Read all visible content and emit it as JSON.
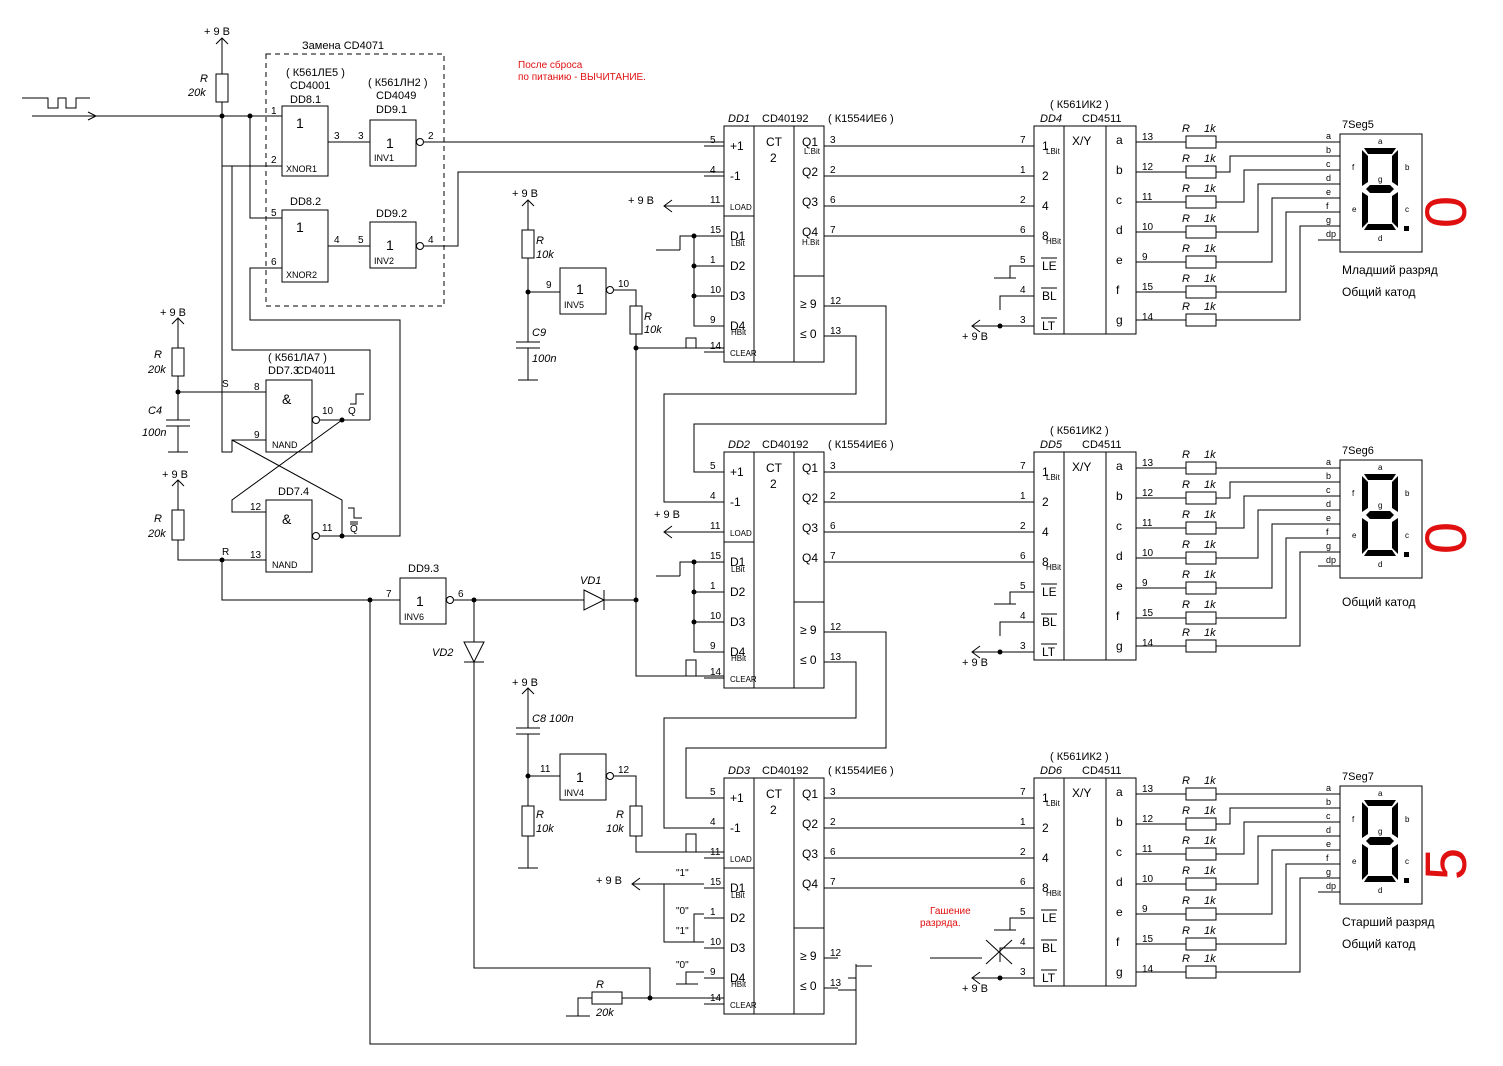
{
  "notes": {
    "reset": [
      "После сброса",
      "по питанию - ВЫЧИТАНИЕ."
    ],
    "blank": [
      "Гашение",
      "разряда."
    ],
    "replace": "Замена CD4071"
  },
  "power": "+ 9 В",
  "gates": {
    "dd8_1": {
      "alt": "( К561ЛЕ5 )",
      "part": "CD4001",
      "ref": "DD8.1",
      "func": "XNOR1",
      "sym": "1"
    },
    "dd8_2": {
      "ref": "DD8.2",
      "func": "XNOR2",
      "sym": "1"
    },
    "dd9_1": {
      "alt": "( К561ЛН2 )",
      "part": "CD4049",
      "ref": "DD9.1",
      "func": "INV1",
      "sym": "1"
    },
    "dd9_2": {
      "ref": "DD9.2",
      "func": "INV2",
      "sym": "1"
    },
    "dd7_3": {
      "alt": "( К561ЛА7 )",
      "part": "CD4011",
      "ref": "DD7.3",
      "func": "NAND",
      "sym": "&"
    },
    "dd7_4": {
      "ref": "DD7.4",
      "func": "NAND",
      "sym": "&"
    },
    "dd9_3": {
      "ref": "DD9.3",
      "func": "INV6",
      "sym": "1"
    },
    "inv5": {
      "func": "INV5",
      "sym": "1"
    },
    "inv4": {
      "func": "INV4",
      "sym": "1"
    }
  },
  "counters": [
    {
      "ref": "DD1",
      "part": "CD40192",
      "alt": "( К1554ИЕ6 )"
    },
    {
      "ref": "DD2",
      "part": "CD40192",
      "alt": "( К1554ИЕ6 )"
    },
    {
      "ref": "DD3",
      "part": "CD40192",
      "alt": "( К1554ИЕ6 )"
    }
  ],
  "counter_labels": {
    "ct": "CT",
    "div": "2",
    "inputs": [
      "+1",
      "-1",
      "LOAD",
      "D1",
      "D2",
      "D3",
      "D4",
      "CLEAR"
    ],
    "lbit": "LBit",
    "hbit": "HBit",
    "lbit2": "L.Bit",
    "hbit2": "H.Bit",
    "outputs": [
      "Q1",
      "Q2",
      "Q3",
      "Q4"
    ],
    "carry": "≥ 9",
    "borrow": "≤ 0"
  },
  "decoders": [
    {
      "ref": "DD4",
      "part": "CD4511",
      "alt": "( К561ИК2 )"
    },
    {
      "ref": "DD5",
      "part": "CD4511",
      "alt": "( К561ИК2 )"
    },
    {
      "ref": "DD6",
      "part": "CD4511",
      "alt": "( К561ИК2 )"
    }
  ],
  "decoder_labels": {
    "xy": "X/Y",
    "inputs": [
      "1",
      "2",
      "4",
      "8",
      "LE",
      "BL",
      "LT"
    ],
    "outputs": [
      "a",
      "b",
      "c",
      "d",
      "e",
      "f",
      "g"
    ]
  },
  "displays": [
    {
      "ref": "7Seg5",
      "digit": "0",
      "caption": [
        "Младший разряд",
        "Общий катод"
      ]
    },
    {
      "ref": "7Seg6",
      "digit": "0",
      "caption": [
        "Общий катод"
      ]
    },
    {
      "ref": "7Seg7",
      "digit": "5",
      "caption": [
        "Старший разряд",
        "Общий катод"
      ]
    }
  ],
  "seg_pins": [
    "a",
    "b",
    "c",
    "d",
    "e",
    "f",
    "g",
    "dp"
  ],
  "resistor": {
    "name": "R",
    "value": "1k"
  },
  "passives": {
    "r20k": "20k",
    "r10k": "10k",
    "c100n": "100n",
    "c4": "C4",
    "c9": "C9",
    "c8": "C8 100n",
    "r": "R",
    "vd1": "VD1",
    "vd2": "VD2"
  },
  "signals": {
    "s": "S",
    "r": "R",
    "q": "Q",
    "qbar": "Q"
  },
  "preset": [
    "\"1\"",
    "\"0\"",
    "\"1\"",
    "\"0\""
  ],
  "colors": {
    "note": "#e01010",
    "digit": "#e01010",
    "segment": "#000000"
  }
}
